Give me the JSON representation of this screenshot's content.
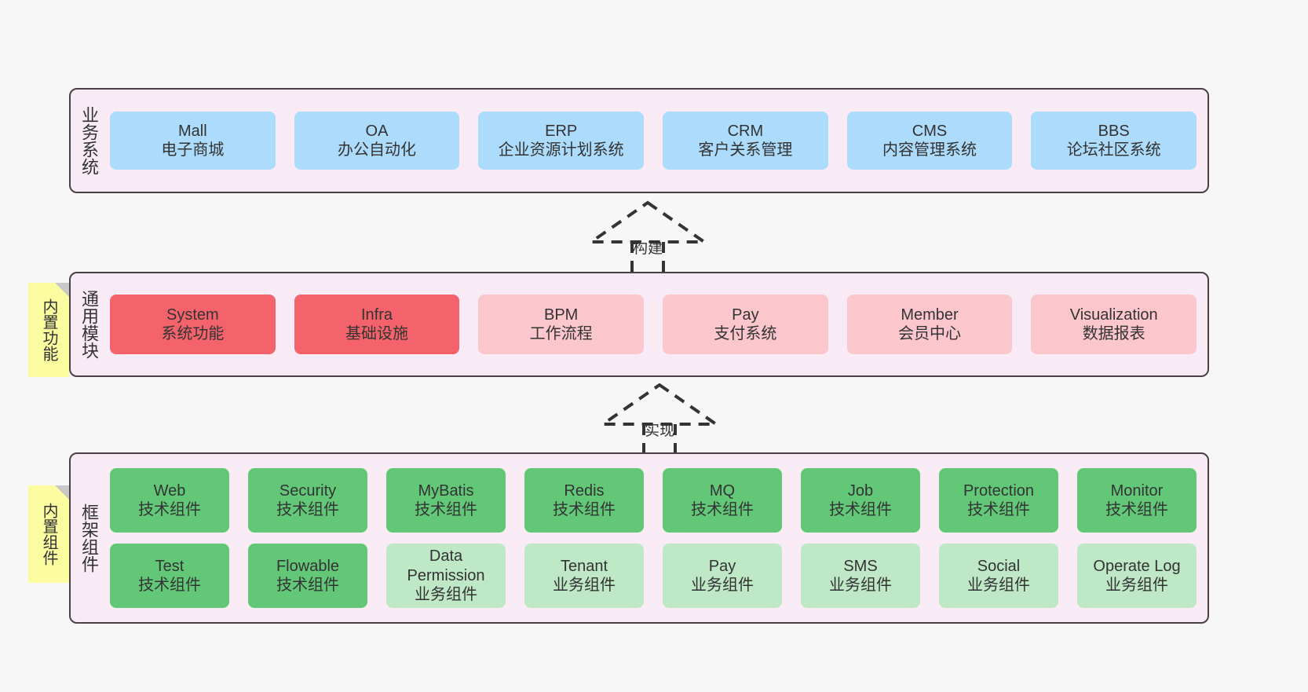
{
  "page": {
    "background": "#f7f7f7",
    "container_bg": "#f9ebf5",
    "container_border": "#4a4048"
  },
  "layers": [
    {
      "id": "business",
      "title": "业务系统",
      "color": "#ACDBFB",
      "rows": [
        {
          "cards": [
            {
              "en": "Mall",
              "cn": "电子商城"
            },
            {
              "en": "OA",
              "cn": "办公自动化"
            },
            {
              "en": "ERP",
              "cn": "企业资源计划系统"
            },
            {
              "en": "CRM",
              "cn": "客户关系管理"
            },
            {
              "en": "CMS",
              "cn": "内容管理系统"
            },
            {
              "en": "BBS",
              "cn": "论坛社区系统"
            }
          ]
        }
      ]
    },
    {
      "id": "modules",
      "title": "通用模块",
      "note": "内置功能",
      "note_color": "#FBFBA0",
      "rows": [
        {
          "cards": [
            {
              "en": "System",
              "cn": "系统功能",
              "color": "#F4636C"
            },
            {
              "en": "Infra",
              "cn": "基础设施",
              "color": "#F4636C"
            },
            {
              "en": "BPM",
              "cn": "工作流程",
              "color": "#FBC6CC"
            },
            {
              "en": "Pay",
              "cn": "支付系统",
              "color": "#FBC6CC"
            },
            {
              "en": "Member",
              "cn": "会员中心",
              "color": "#FBC6CC"
            },
            {
              "en": "Visualization",
              "cn": "数据报表",
              "color": "#FBC6CC"
            }
          ]
        }
      ]
    },
    {
      "id": "framework",
      "title": "框架组件",
      "note": "内置组件",
      "note_color": "#FBFBA0",
      "rows": [
        {
          "cards": [
            {
              "en": "Web",
              "cn": "技术组件",
              "color": "#62C878"
            },
            {
              "en": "Security",
              "cn": "技术组件",
              "color": "#62C878"
            },
            {
              "en": "MyBatis",
              "cn": "技术组件",
              "color": "#62C878"
            },
            {
              "en": "Redis",
              "cn": "技术组件",
              "color": "#62C878"
            },
            {
              "en": "MQ",
              "cn": "技术组件",
              "color": "#62C878"
            },
            {
              "en": "Job",
              "cn": "技术组件",
              "color": "#62C878"
            },
            {
              "en": "Protection",
              "cn": "技术组件",
              "color": "#62C878"
            },
            {
              "en": "Monitor",
              "cn": "技术组件",
              "color": "#62C878"
            }
          ]
        },
        {
          "cards": [
            {
              "en": "Test",
              "cn": "技术组件",
              "color": "#62C878"
            },
            {
              "en": "Flowable",
              "cn": "技术组件",
              "color": "#62C878"
            },
            {
              "en": "Data Permission",
              "cn": "业务组件",
              "color": "#BEE8C6"
            },
            {
              "en": "Tenant",
              "cn": "业务组件",
              "color": "#BEE8C6"
            },
            {
              "en": "Pay",
              "cn": "业务组件",
              "color": "#BEE8C6"
            },
            {
              "en": "SMS",
              "cn": "业务组件",
              "color": "#BEE8C6"
            },
            {
              "en": "Social",
              "cn": "业务组件",
              "color": "#BEE8C6"
            },
            {
              "en": "Operate Log",
              "cn": "业务组件",
              "color": "#BEE8C6"
            }
          ]
        }
      ]
    }
  ],
  "arrows": [
    {
      "id": "build",
      "label": "构建"
    },
    {
      "id": "implement",
      "label": "实现"
    }
  ]
}
